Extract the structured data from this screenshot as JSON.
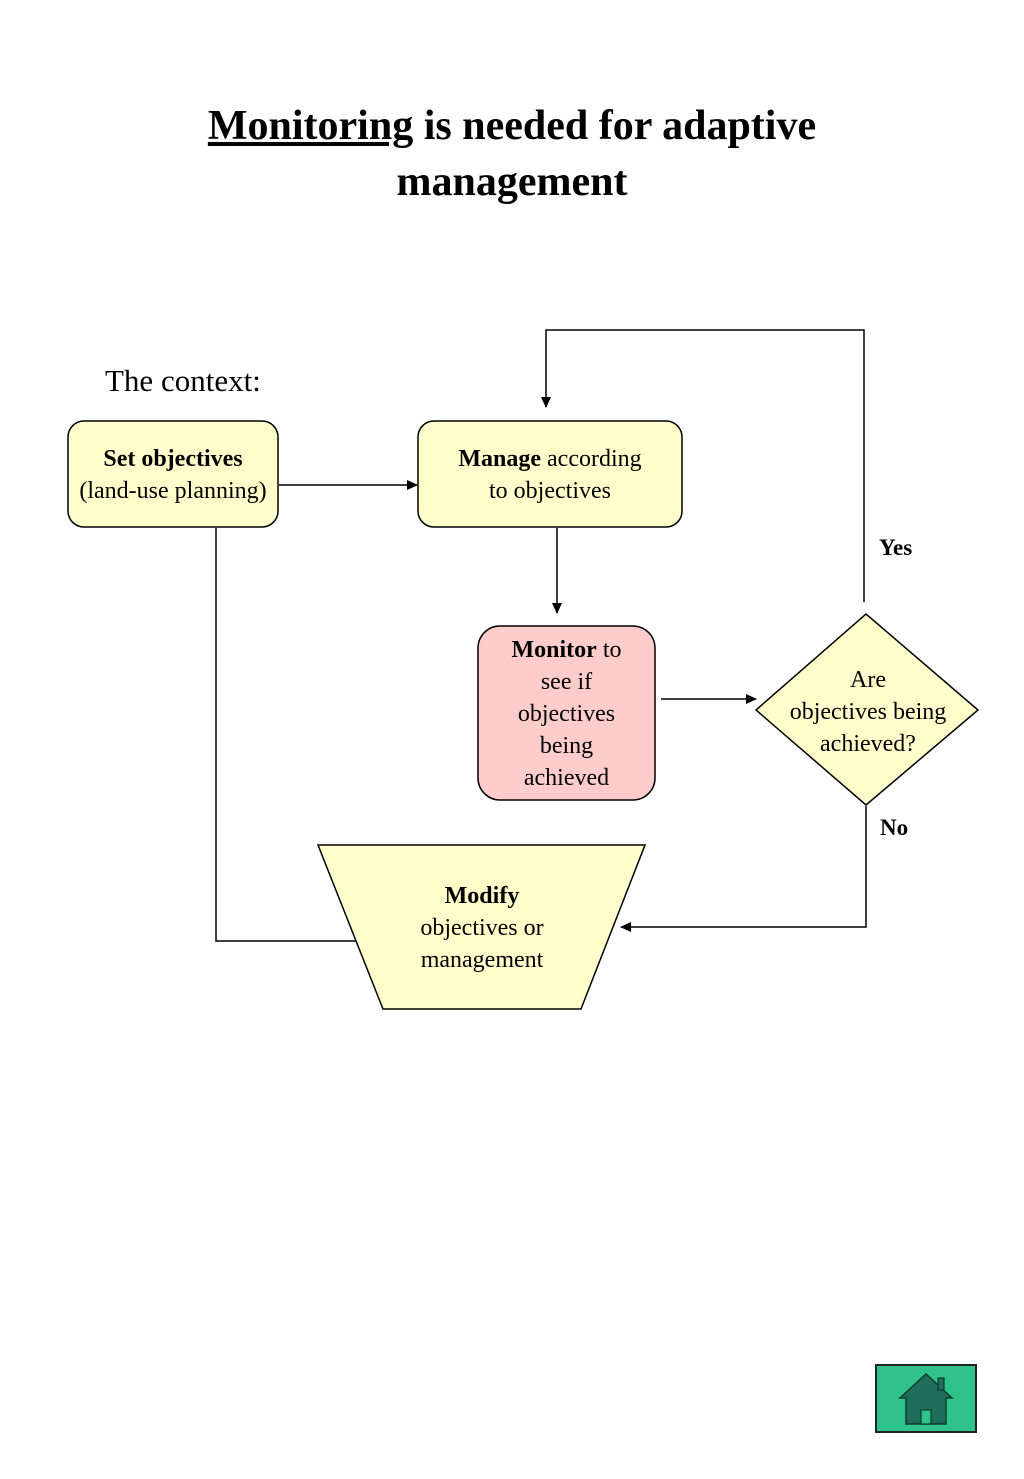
{
  "title": {
    "emphasis": "Monitoring",
    "rest_line1": " is needed for adaptive",
    "line2": "management"
  },
  "context_label": "The context:",
  "nodes": {
    "set_objectives": {
      "bold": "Set objectives",
      "text": "(land-use planning)"
    },
    "manage": {
      "bold": "Manage",
      "text1": " according",
      "text2": "to objectives"
    },
    "monitor": {
      "bold": "Monitor",
      "text1": " to",
      "text2": "see if",
      "text3": "objectives",
      "text4": "being",
      "text5": "achieved"
    },
    "decision": {
      "line1": "Are",
      "line2": "objectives being",
      "line3": "achieved?"
    },
    "modify": {
      "bold": "Modify",
      "line2": "objectives or",
      "line3": "management"
    }
  },
  "edge_labels": {
    "yes": "Yes",
    "no": "No"
  },
  "colors": {
    "box_fill": "#ffffcc",
    "monitor_fill": "#ffcccc",
    "home_fill": "#2fc28a",
    "home_icon": "#1f6e5a"
  },
  "home": {
    "icon": "home-icon"
  }
}
